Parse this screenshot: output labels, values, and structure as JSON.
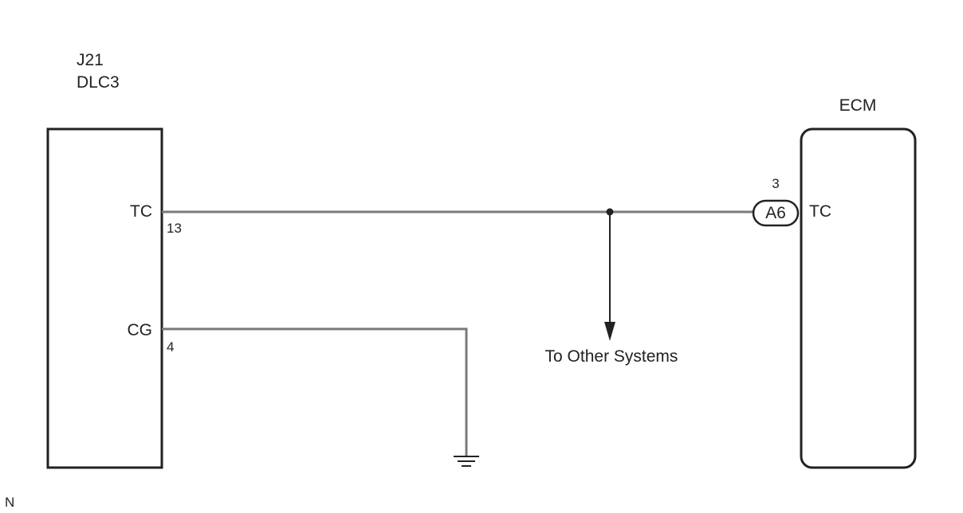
{
  "dlc3": {
    "code": "J21",
    "name": "DLC3",
    "pins": [
      {
        "label": "TC",
        "number": "13"
      },
      {
        "label": "CG",
        "number": "4"
      }
    ]
  },
  "ecm": {
    "name": "ECM",
    "pin_label": "TC",
    "connector": "A6",
    "pin_number": "3"
  },
  "branch": {
    "label": "To Other Systems"
  },
  "corner_mark": "N",
  "colors": {
    "wire": "#7a7a7a",
    "outline": "#222222",
    "text": "#222222"
  }
}
